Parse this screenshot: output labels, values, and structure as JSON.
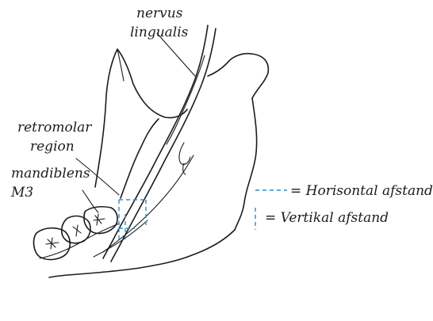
{
  "labels": {
    "nervus": "nervus",
    "lingualis": "lingualis",
    "retromolar": "retromolar",
    "region": "region",
    "mandiblens": "mandiblens",
    "m3": "M3"
  },
  "legend": {
    "horizontal_text": "= Horisontal afstand",
    "vertical_text": "= Vertikal afstand",
    "dash_color": "#2b8fc7"
  },
  "colors": {
    "ink": "#1c1c1c",
    "measure": "#2b8fc7",
    "background": "#ffffff"
  }
}
